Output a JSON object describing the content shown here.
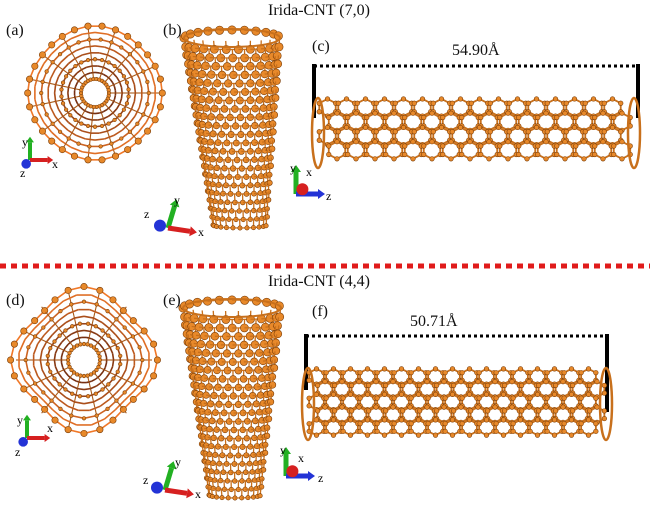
{
  "top_section": {
    "title": "Irida-CNT (7,0)",
    "panels": {
      "a": {
        "label": "(a)",
        "axes": {
          "y": "y",
          "x": "x",
          "z": "z"
        }
      },
      "b": {
        "label": "(b)",
        "axes": {
          "y": "y",
          "x": "x",
          "z": "z"
        }
      },
      "c": {
        "label": "(c)",
        "length": "54.90Å",
        "axes": {
          "y": "y",
          "x": "x",
          "z": "z"
        }
      }
    }
  },
  "bottom_section": {
    "title": "Irida-CNT (4,4)",
    "panels": {
      "d": {
        "label": "(d)",
        "axes": {
          "y": "y",
          "x": "x",
          "z": "z"
        }
      },
      "e": {
        "label": "(e)",
        "axes": {
          "y": "y",
          "x": "x",
          "z": "z"
        }
      },
      "f": {
        "label": "(f)",
        "length": "50.71Å",
        "axes": {
          "y": "y",
          "x": "x",
          "z": "z"
        }
      }
    }
  },
  "colors": {
    "atom": "#e8892a",
    "bond": "#c8701c",
    "separator": "#e01b1b",
    "axis_x": "#d62020",
    "axis_y": "#22b022",
    "axis_z": "#2333d6"
  }
}
